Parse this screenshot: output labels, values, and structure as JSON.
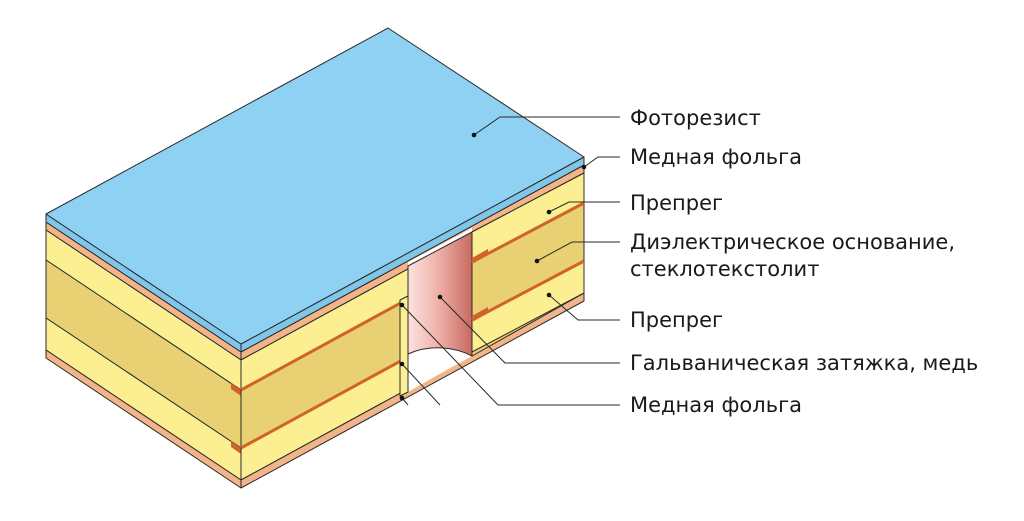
{
  "labels": {
    "photoresist": "Фоторезист",
    "copper_foil_top": "Медная фольга",
    "prepreg_top": "Препрег",
    "dielectric_line1": "Диэлектрическое основание,",
    "dielectric_line2": "стеклотекстолит",
    "prepreg_bottom": "Препрег",
    "plating": "Гальваническая затяжка, медь",
    "copper_foil_bottom": "Медная фольга"
  },
  "colors": {
    "photoresist": "#8fd1f2",
    "photoresist_edge": "#7fc6e8",
    "copper": "#f2b58a",
    "copper_dark": "#d0632a",
    "prepreg": "#fcef92",
    "dielectric": "#e9d173",
    "hole_plating_light": "#f7cdc6",
    "hole_plating_dark": "#cc7269"
  }
}
